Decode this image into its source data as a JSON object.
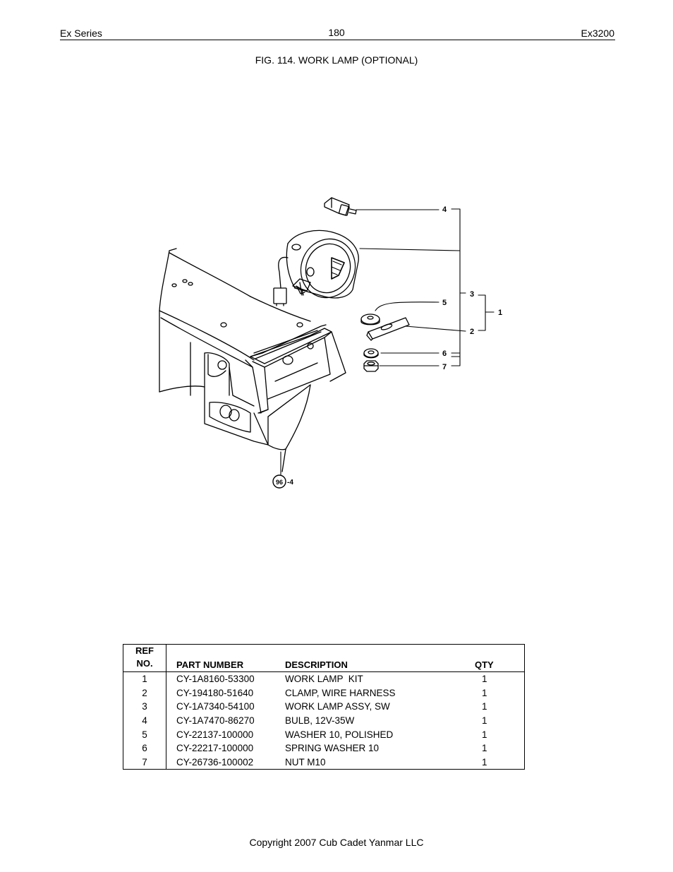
{
  "header": {
    "left": "Ex Series",
    "page_number": "180",
    "right": "Ex3200"
  },
  "figure": {
    "title": "FIG. 114. WORK LAMP (OPTIONAL)",
    "callouts": {
      "c1": "1",
      "c2": "2",
      "c3": "3",
      "c4": "4",
      "c5": "5",
      "c6": "6",
      "c7": "7",
      "ref_circle": "96",
      "ref_suffix": "-4"
    }
  },
  "table": {
    "headers": {
      "ref_line1": "REF",
      "ref_line2": "NO.",
      "part_number": "PART NUMBER",
      "description": "DESCRIPTION",
      "qty": "QTY"
    },
    "rows": [
      {
        "ref": "1",
        "part_number": "CY-1A8160-53300",
        "description": "WORK LAMP  KIT",
        "qty": "1"
      },
      {
        "ref": "2",
        "part_number": "CY-194180-51640",
        "description": "CLAMP, WIRE HARNESS",
        "qty": "1"
      },
      {
        "ref": "3",
        "part_number": "CY-1A7340-54100",
        "description": "WORK LAMP ASSY, SW",
        "qty": "1"
      },
      {
        "ref": "4",
        "part_number": "CY-1A7470-86270",
        "description": "BULB, 12V-35W",
        "qty": "1"
      },
      {
        "ref": "5",
        "part_number": "CY-22137-100000",
        "description": "WASHER 10, POLISHED",
        "qty": "1"
      },
      {
        "ref": "6",
        "part_number": "CY-22217-100000",
        "description": "SPRING WASHER 10",
        "qty": "1"
      },
      {
        "ref": "7",
        "part_number": "CY-26736-100002",
        "description": "NUT M10",
        "qty": "1"
      }
    ]
  },
  "footer": {
    "copyright": "Copyright 2007 Cub Cadet Yanmar LLC"
  }
}
